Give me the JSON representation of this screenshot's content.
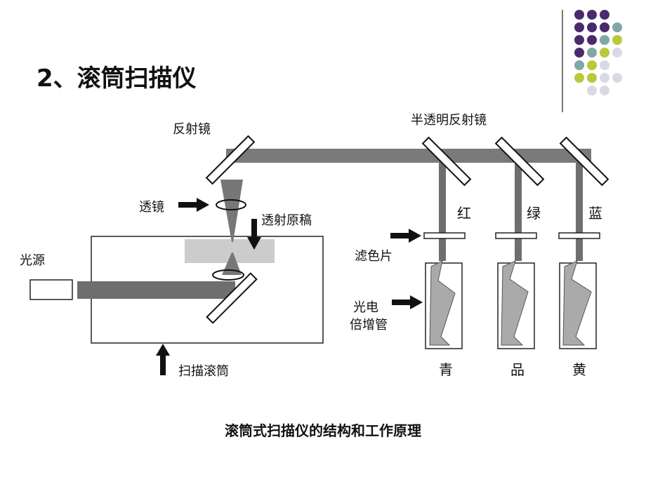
{
  "slide": {
    "title": "2、滚筒扫描仪",
    "caption": "滚筒式扫描仪的结构和工作原理"
  },
  "decoration": {
    "dot_colors": [
      "#4a2a6b",
      "#7ea7a8",
      "#b8c93a",
      "#d9d9e6"
    ]
  },
  "diagram": {
    "labels": {
      "mirror": "反射镜",
      "half_mirror": "半透明反射镜",
      "lens": "透镜",
      "original": "透射原稿",
      "light_source": "光源",
      "drum": "扫描滚筒",
      "filter": "滤色片",
      "pmt_line1": "光电",
      "pmt_line2": "倍增管"
    },
    "channels": [
      {
        "color_label": "红",
        "output_label": "青"
      },
      {
        "color_label": "绿",
        "output_label": "品"
      },
      {
        "color_label": "蓝",
        "output_label": "黄"
      }
    ]
  }
}
